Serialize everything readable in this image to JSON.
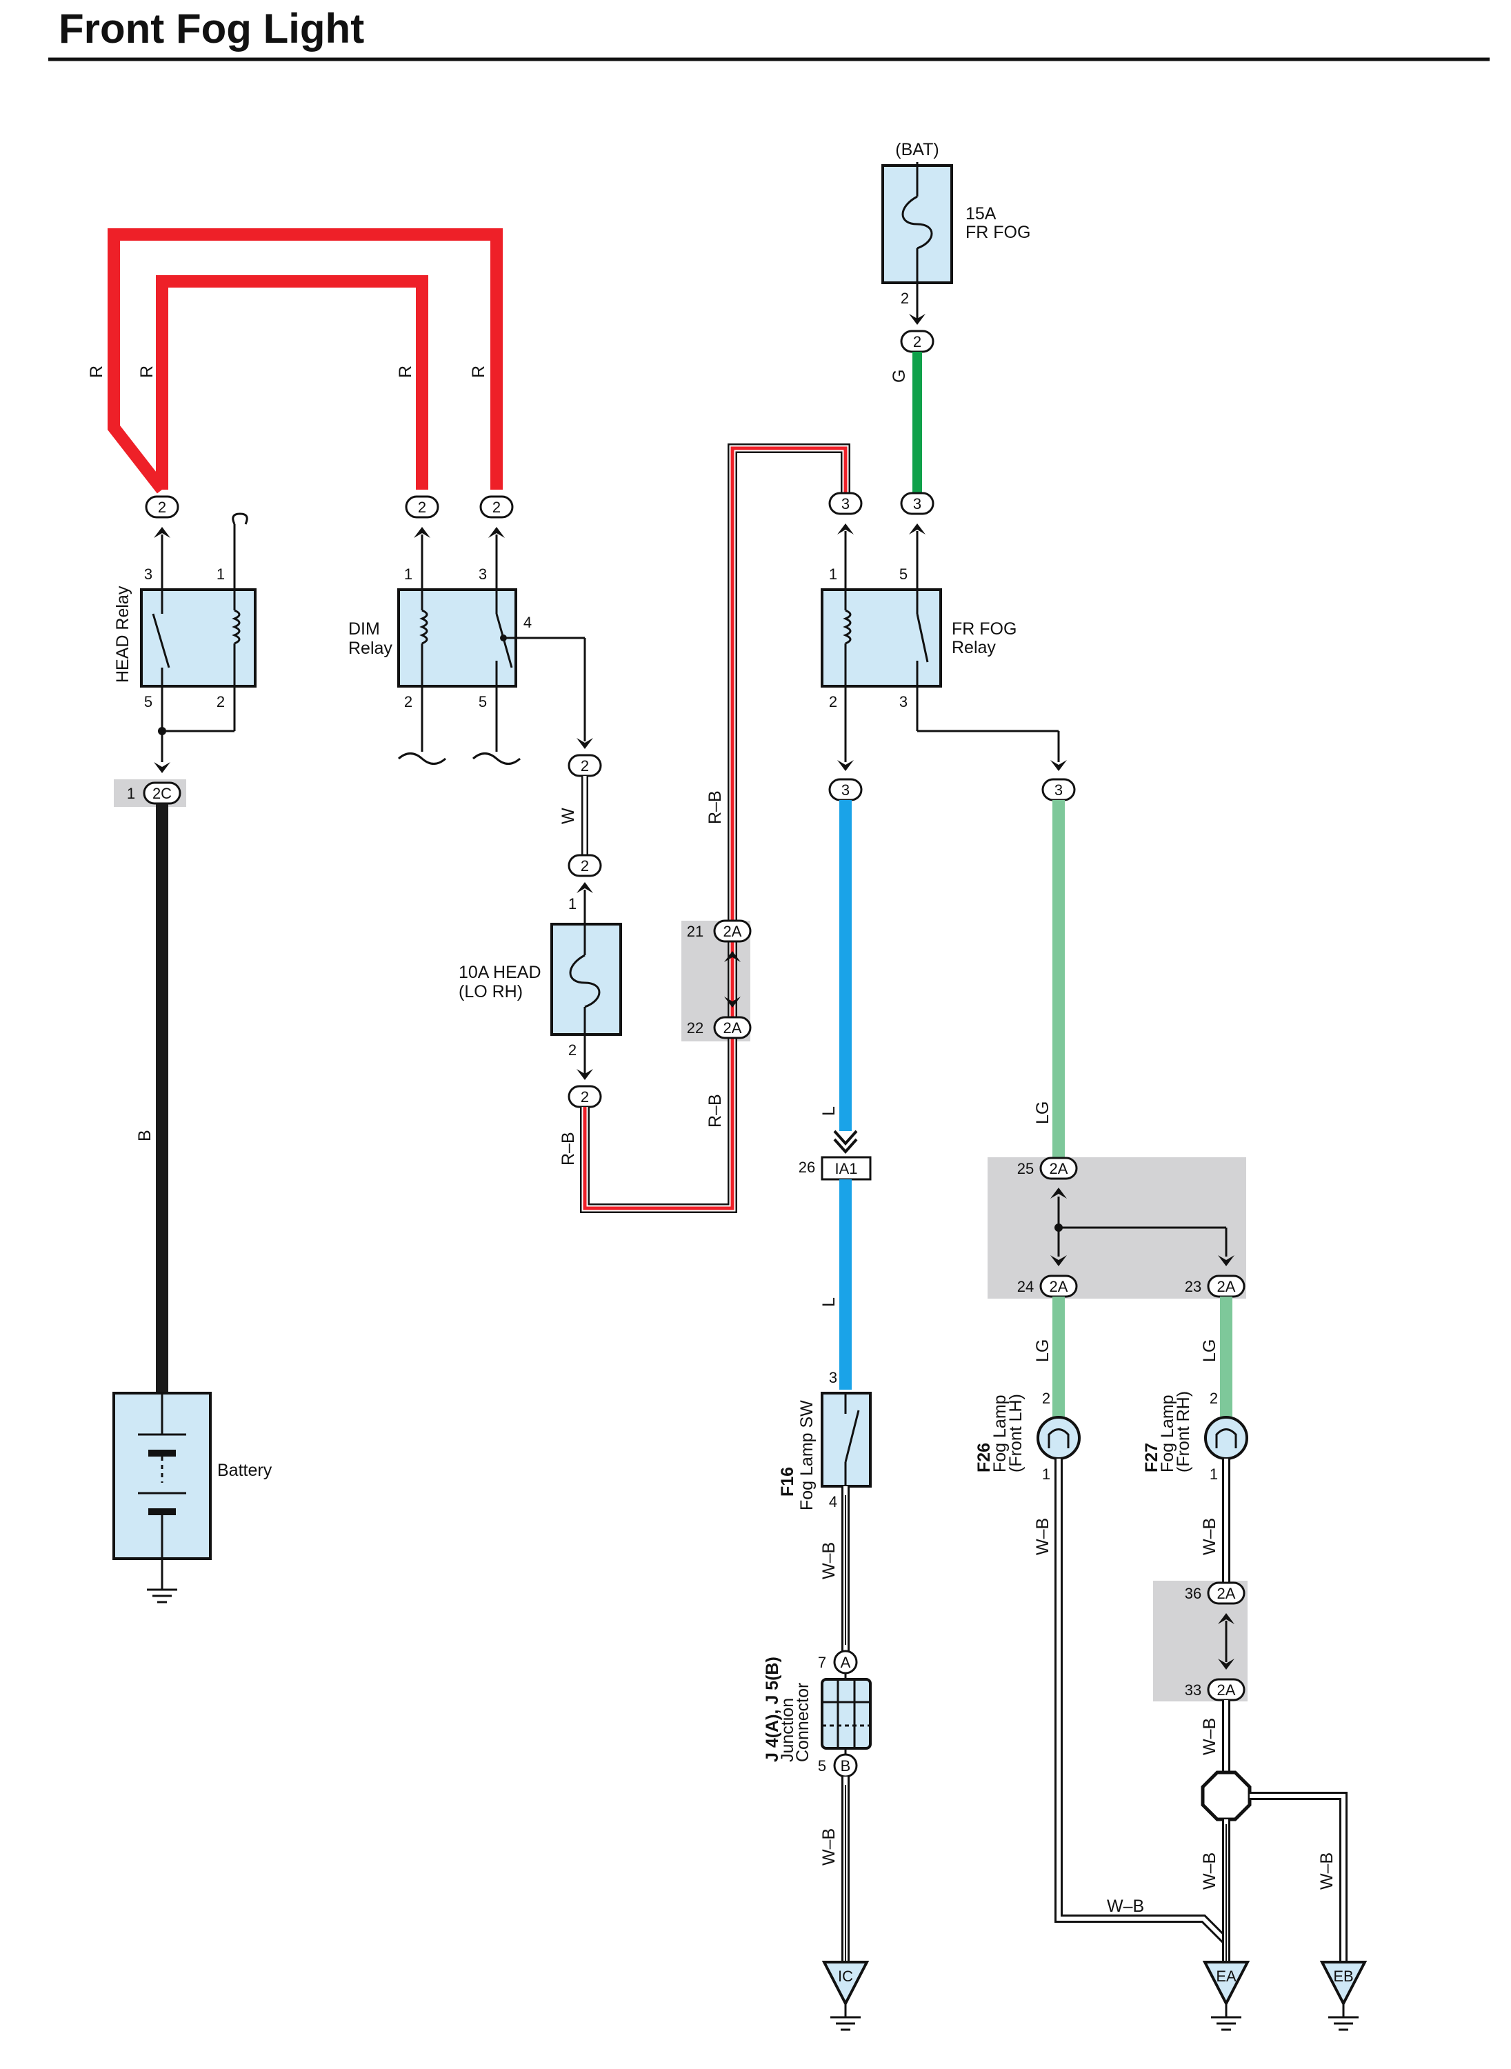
{
  "title": "Front Fog Light",
  "components": {
    "head_relay": "HEAD Relay",
    "dim_relay": [
      "DIM",
      "Relay"
    ],
    "fr_fog_relay": [
      "FR FOG",
      "Relay"
    ],
    "fuse_fr_fog": [
      "15A",
      "FR FOG"
    ],
    "bat": "(BAT)",
    "fuse_head_lo_rh": [
      "10A HEAD",
      "(LO RH)"
    ],
    "battery": "Battery",
    "fog_switch": [
      "F16",
      "Fog Lamp SW"
    ],
    "junction": [
      "J 4(A), J 5(B)",
      "Junction",
      "Connector"
    ],
    "fog_lh": [
      "F26",
      "Fog Lamp",
      "(Front LH)"
    ],
    "fog_rh": [
      "F27",
      "Fog Lamp",
      "(Front RH)"
    ]
  },
  "wires": {
    "r": "R",
    "b": "B",
    "w": "W",
    "rb": "R–B",
    "g": "G",
    "l": "L",
    "lg": "LG",
    "wb": "W–B"
  },
  "connectors": {
    "c2": "2",
    "c3": "3",
    "c2c": "2C",
    "c2a": "2A",
    "ia1": "IA1",
    "a": "A",
    "b": "B"
  },
  "grounds": {
    "ic": "IC",
    "ea": "EA",
    "eb": "EB"
  },
  "pins": {
    "p1": "1",
    "p2": "2",
    "p3": "3",
    "p4": "4",
    "p5": "5",
    "p7": "7",
    "p21": "21",
    "p22": "22",
    "p23": "23",
    "p24": "24",
    "p25": "25",
    "p26": "26",
    "p33": "33",
    "p36": "36"
  },
  "colors": {
    "red": "#ee2028",
    "black": "#1a1a1a",
    "green": "#0fa14a",
    "blue": "#1aa3e8",
    "light_green": "#7ec89a",
    "component_fill": "#cfe8f6",
    "shade": "#d3d3d5"
  }
}
